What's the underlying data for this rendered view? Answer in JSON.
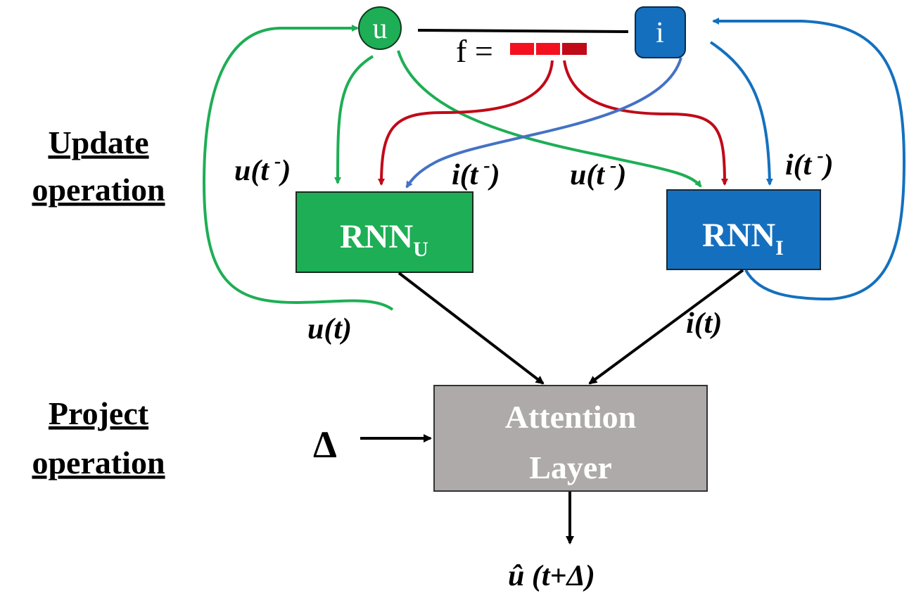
{
  "sections": {
    "update": {
      "line1": "Update",
      "line2": "operation"
    },
    "project": {
      "line1": "Project",
      "line2": "operation"
    }
  },
  "nodes": {
    "user": {
      "label": "u",
      "color": "#1eae55"
    },
    "item": {
      "label": "i",
      "color": "#1470be"
    },
    "feature": {
      "label": "f =",
      "segment_colors": [
        "#f5101f",
        "#f5101f",
        "#c00a18"
      ]
    }
  },
  "boxes": {
    "rnn_u": {
      "label": "RNN",
      "subscript": "U",
      "color": "#1eae55"
    },
    "rnn_i": {
      "label": "RNN",
      "subscript": "I",
      "color": "#1470be"
    },
    "attention": {
      "line1": "Attention",
      "line2": "Layer",
      "color": "#aeaaaa"
    }
  },
  "labels": {
    "u_t_minus_left": {
      "base": "u(t",
      "sup": "-",
      "close": ")"
    },
    "i_t_minus_left": {
      "base": "i(t",
      "sup": "-",
      "close": ")"
    },
    "u_t_minus_right": {
      "base": "u(t",
      "sup": "-",
      "close": ")"
    },
    "i_t_minus_right": {
      "base": "i(t",
      "sup": "-",
      "close": ")"
    },
    "u_t": "u(t)",
    "i_t": "i(t)",
    "delta": "Δ",
    "output": {
      "hat": "û",
      "rest": " (t+Δ)"
    }
  },
  "edge_colors": {
    "green": "#1eae55",
    "red": "#c00a18",
    "blue": "#1470be",
    "light_blue": "#4472c4",
    "black": "#000000"
  }
}
